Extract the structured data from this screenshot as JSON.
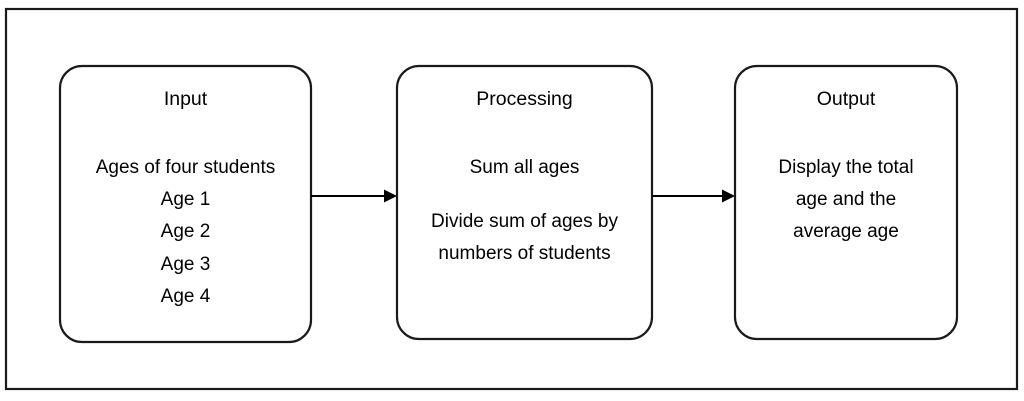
{
  "diagram": {
    "type": "flowchart",
    "orientation": "left-to-right",
    "background_color": "#ffffff",
    "stroke_color": "#1a1a1a",
    "text_color": "#000000",
    "frame": {
      "present": true,
      "shape": "rectangle",
      "corners": "square"
    },
    "nodes": [
      {
        "id": "input",
        "shape": "rounded-rectangle",
        "title": "Input",
        "lines": [
          "Ages of four students",
          "Age 1",
          "Age 2",
          "Age 3",
          "Age 4"
        ]
      },
      {
        "id": "processing",
        "shape": "rounded-rectangle",
        "title": "Processing",
        "lines": [
          "Sum all ages",
          "Divide sum of ages by",
          "numbers of students"
        ]
      },
      {
        "id": "output",
        "shape": "rounded-rectangle",
        "title": "Output",
        "lines": [
          "Display the total",
          "age and the",
          "average age"
        ]
      }
    ],
    "connectors": [
      {
        "id": "input-to-processing",
        "from": "input",
        "to": "processing",
        "style": "solid-arrow",
        "direction": "right"
      },
      {
        "id": "processing-to-output",
        "from": "processing",
        "to": "output",
        "style": "solid-arrow",
        "direction": "right"
      }
    ]
  }
}
